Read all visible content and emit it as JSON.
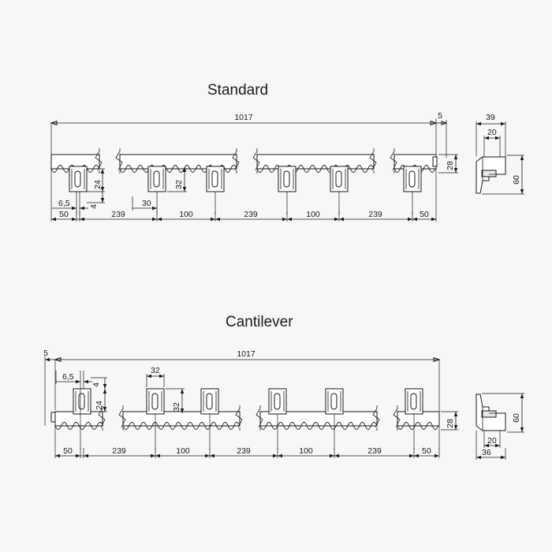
{
  "page": {
    "background": "#f7f7f5",
    "line_color": "#1a1a1a"
  },
  "sections": [
    {
      "id": "standard",
      "title": "Standard",
      "overall_length": "1017",
      "end_gap": "5",
      "rail_height": "28",
      "chain": [
        "50",
        "239",
        "100",
        "239",
        "100",
        "239",
        "50"
      ],
      "detail_dims": {
        "clamp_offset": "6,5",
        "slot_height": "24",
        "plate_thk": "4",
        "clamp_width": "30",
        "clamp_height": "32"
      },
      "profile": {
        "width": "39",
        "inner": "20",
        "height": "60"
      }
    },
    {
      "id": "cantilever",
      "title": "Cantilever",
      "overall_length": "1017",
      "end_gap": "5",
      "rail_height": "28",
      "chain": [
        "50",
        "239",
        "100",
        "239",
        "100",
        "239",
        "50"
      ],
      "detail_dims": {
        "clamp_offset": "6,5",
        "slot_height": "24",
        "plate_thk": "4",
        "clamp_width": "32",
        "clamp_height": "32"
      },
      "profile": {
        "width": "36",
        "inner": "20",
        "height": "60"
      }
    }
  ]
}
